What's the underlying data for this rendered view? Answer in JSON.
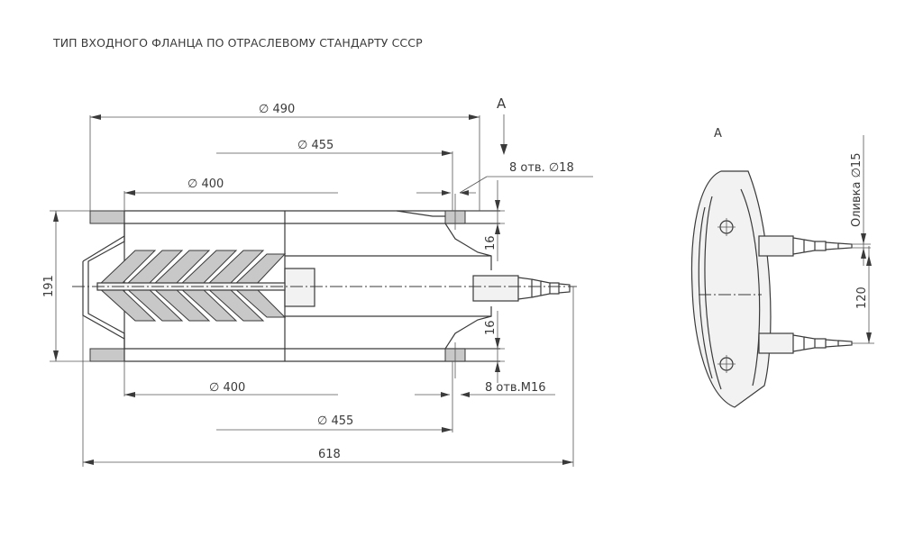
{
  "title": "ТИП ВХОДНОГО ФЛАНЦА ПО ОТРАСЛЕВОМУ СТАНДАРТУ СССР",
  "dimensions": {
    "d490": "∅ 490",
    "d455_top": "∅ 455",
    "d400_top": "∅ 400",
    "holes_top": "8 отв. ∅18",
    "d400_bottom": "∅ 400",
    "holes_bottom": "8 отв.М16",
    "d455_bottom": "∅ 455",
    "length_618": "618",
    "height_191": "191",
    "gap_16_top": "16",
    "gap_16_bottom": "16",
    "spacing_120": "120",
    "olivka": "Оливка ∅15"
  },
  "view_labels": {
    "arrow_A": "A",
    "view_A": "A"
  },
  "colors": {
    "line": "#3a3a3a",
    "hatch": "#c8c8c8",
    "fill": "#f2f2f2",
    "background": "#ffffff"
  }
}
